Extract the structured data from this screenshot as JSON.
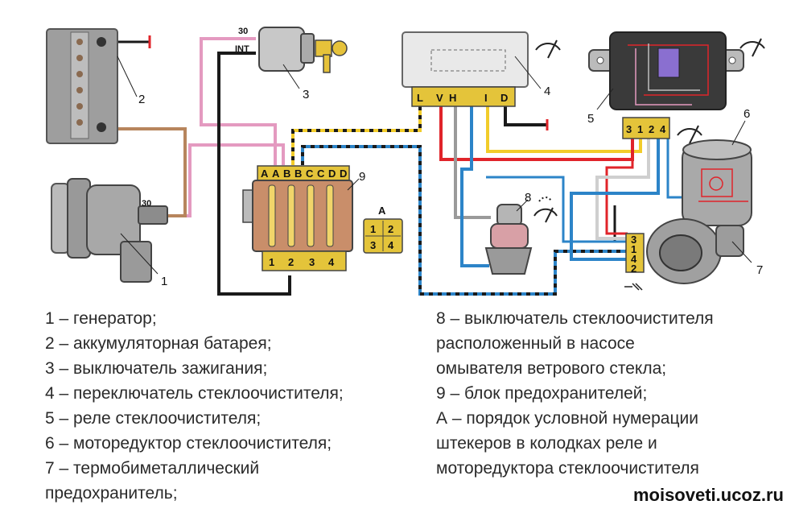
{
  "diagram": {
    "components": {
      "generator": {
        "number": "1",
        "terminal": "30"
      },
      "battery": {
        "number": "2"
      },
      "ignition_switch": {
        "number": "3",
        "terminal_30": "30",
        "terminal_int": "INT"
      },
      "wiper_switch": {
        "number": "4",
        "pins": [
          "L",
          "V",
          "H",
          "I",
          "D"
        ]
      },
      "wiper_relay": {
        "number": "5",
        "pins": [
          "3",
          "1",
          "2",
          "4"
        ]
      },
      "wiper_motor": {
        "number": "6"
      },
      "thermal_fuse": {
        "number": "7"
      },
      "washer_switch": {
        "number": "8"
      },
      "fuse_block": {
        "number": "9",
        "top_pins": [
          "A",
          "A",
          "B",
          "B",
          "C",
          "C",
          "D",
          "D"
        ],
        "bottom_pins": [
          "1",
          "2",
          "3",
          "4"
        ]
      },
      "connector_example": {
        "label": "A",
        "pins": [
          "1",
          "2",
          "3",
          "4"
        ]
      },
      "motor_connector": {
        "pins": [
          "3",
          "1",
          "4",
          "2"
        ]
      }
    },
    "colors": {
      "pink": "#e49ac0",
      "yellow": "#f2cc2a",
      "red": "#e0242a",
      "blue": "#2c84c8",
      "black": "#1a1a1a",
      "brown": "#b7855d",
      "gray": "#9a9a9a",
      "white_wire": "#d8d8d8"
    }
  },
  "legend": {
    "left": [
      "1 – генератор;",
      "2 – аккумуляторная батарея;",
      "3 – выключатель зажигания;",
      "4 – переключатель стеклоочистителя;",
      "5 – реле стеклоочистителя;",
      "6 – моторедуктор стеклоочистителя;",
      "7 – термобиметаллический",
      "предохранитель;"
    ],
    "right": [
      "8 – выключатель стеклоочистителя",
      "расположенный в насосе",
      "омывателя ветрового стекла;",
      "9 – блок предохранителей;",
      "А – порядок условной нумерации",
      "штекеров в колодках реле и",
      "моторедуктора стеклоочистителя"
    ]
  },
  "watermark": "moisoveti.ucoz.ru"
}
